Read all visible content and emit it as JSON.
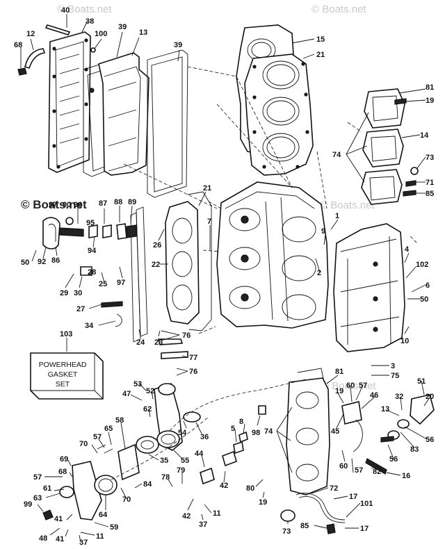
{
  "watermarks": [
    "© Boats.net",
    "© Boats.net",
    "© Boats.net",
    "© Boats.net",
    "© Boats.net"
  ],
  "kit_box": {
    "number": "103",
    "lines": [
      "POWERHEAD",
      "GASKET",
      "SET"
    ]
  },
  "callouts": [
    "40",
    "38",
    "12",
    "100",
    "39",
    "13",
    "68",
    "39",
    "15",
    "21",
    "81",
    "19",
    "14",
    "74",
    "73",
    "71",
    "85",
    "97",
    "90",
    "96",
    "87",
    "88",
    "89",
    "95",
    "21",
    "7",
    "9",
    "1",
    "4",
    "102",
    "2",
    "26",
    "94",
    "50",
    "92",
    "86",
    "25",
    "28",
    "97",
    "29",
    "30",
    "22",
    "6",
    "50",
    "27",
    "34",
    "24",
    "23",
    "76",
    "77",
    "76",
    "10",
    "3",
    "75",
    "81",
    "53",
    "52",
    "19",
    "60",
    "57",
    "46",
    "51",
    "47",
    "62",
    "32",
    "13",
    "20",
    "65",
    "58",
    "54",
    "57",
    "36",
    "98",
    "74",
    "45",
    "70",
    "55",
    "44",
    "35",
    "5",
    "8",
    "69",
    "68",
    "60",
    "42",
    "83",
    "56",
    "56",
    "57",
    "63",
    "61",
    "78",
    "79",
    "84",
    "82",
    "16",
    "57",
    "70",
    "64",
    "41",
    "42",
    "11",
    "80",
    "72",
    "17",
    "101",
    "99",
    "48",
    "41",
    "11",
    "37",
    "59",
    "37",
    "19",
    "73",
    "85",
    "17"
  ]
}
